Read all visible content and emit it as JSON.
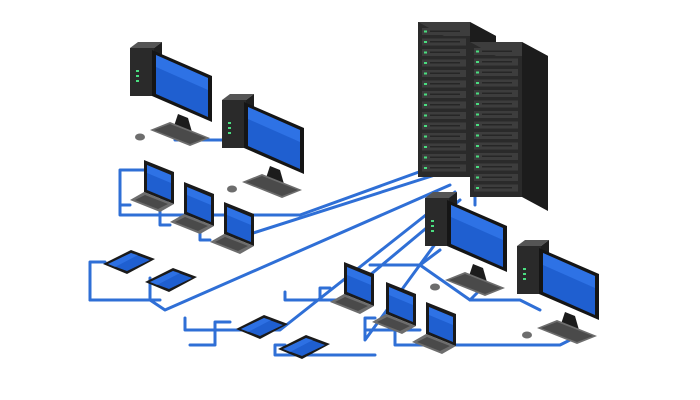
{
  "diagram": {
    "kind": "network-topology",
    "nodes": [
      {
        "type": "server-rack"
      },
      {
        "type": "server-rack"
      },
      {
        "type": "desktop-computer"
      },
      {
        "type": "desktop-computer"
      },
      {
        "type": "desktop-computer"
      },
      {
        "type": "desktop-computer"
      },
      {
        "type": "laptop"
      },
      {
        "type": "laptop"
      },
      {
        "type": "laptop"
      },
      {
        "type": "laptop"
      },
      {
        "type": "laptop"
      },
      {
        "type": "laptop"
      },
      {
        "type": "tablet"
      },
      {
        "type": "tablet"
      },
      {
        "type": "tablet"
      },
      {
        "type": "tablet"
      }
    ]
  },
  "colors": {
    "cable": "#2f6fd6",
    "screen": "#1f5fd0",
    "screen_light": "#3b82f6",
    "device_dark": "#2a2a2a",
    "device_mid": "#3d3d3d",
    "device_light": "#555555",
    "keyboard": "#6d6d6d",
    "rack_light": "#4ade80"
  }
}
